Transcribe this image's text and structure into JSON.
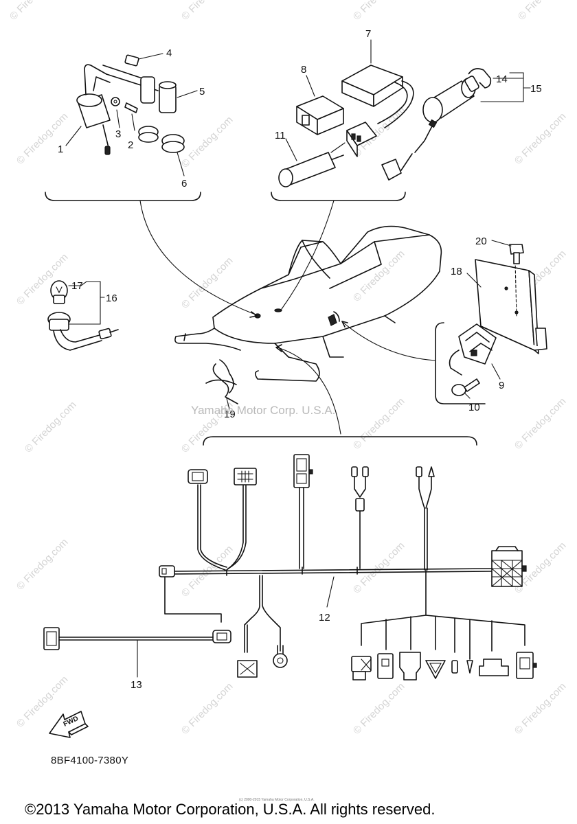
{
  "diagram": {
    "part_code": "8BF4100-7380Y",
    "center_watermark": "Yamaha Motor Corp. U.S.A.",
    "watermark_text": "© Firedog.com",
    "fwd_label": "FWD",
    "copyright": "©2013 Yamaha Motor Corporation, U.S.A. All rights reserved.",
    "tiny_notice": "(c) 2000-2015 Yamaha Motor Corporation, U.S.A.",
    "callouts": [
      "1",
      "2",
      "3",
      "4",
      "5",
      "6",
      "7",
      "8",
      "9",
      "10",
      "11",
      "12",
      "13",
      "14",
      "15",
      "16",
      "17",
      "18",
      "19",
      "20"
    ]
  }
}
